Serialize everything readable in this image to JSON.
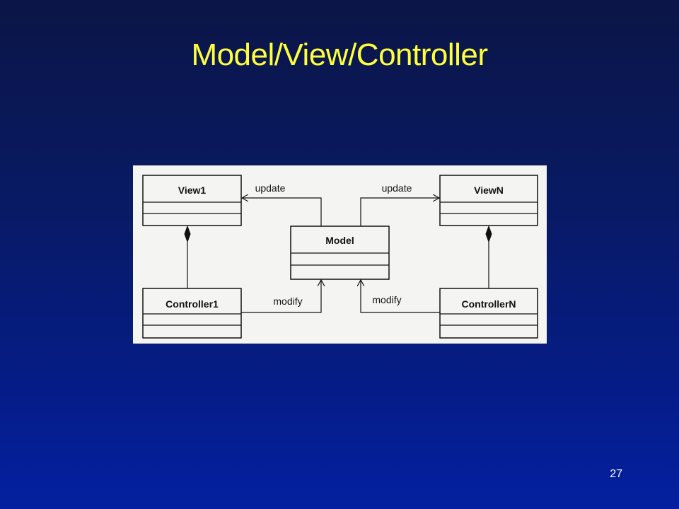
{
  "slide": {
    "title": "Model/View/Controller",
    "page_number": "27"
  },
  "diagram": {
    "classes": {
      "view1": "View1",
      "viewN": "ViewN",
      "model": "Model",
      "controller1": "Controller1",
      "controllerN": "ControllerN"
    },
    "edge_labels": {
      "update_left": "update",
      "update_right": "update",
      "modify_left": "modify",
      "modify_right": "modify"
    }
  },
  "colors": {
    "title": "#ffff3a",
    "background_top": "#0b1546",
    "background_bottom": "#0420a0",
    "panel": "#f4f4f2",
    "ink": "#111111"
  }
}
